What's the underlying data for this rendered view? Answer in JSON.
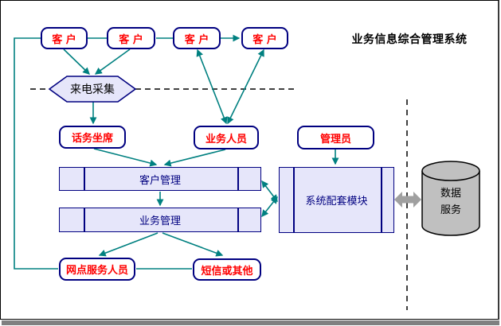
{
  "title": "业务信息综合管理系统",
  "nodes": {
    "customers": [
      "客 户",
      "客 户",
      "客 户",
      "客 户"
    ],
    "call_collect": "来电采集",
    "call_seat": "话务坐席",
    "business_staff": "业务人员",
    "admin": "管理员",
    "customer_mgmt": "客户管理",
    "business_mgmt": "业务管理",
    "system_module": "系统配套模块",
    "branch_staff": "网点服务人员",
    "sms_other": "短信或其他"
  },
  "database": {
    "line1": "数据",
    "line2": "服务"
  },
  "colors": {
    "connector_teal": "#008080",
    "node_border_navy": "#000080",
    "node_text_red": "#FF0000",
    "panel_fill_lavender": "#E6E6FA",
    "panel_text_navy": "#000080",
    "hexagon_fill": "#E6E6FA",
    "cylinder_fill_gray": "#C0C0C0",
    "sync_arrow_gray": "#A0A0A0",
    "dashed_line_black": "#000000",
    "title_black": "#000000"
  }
}
